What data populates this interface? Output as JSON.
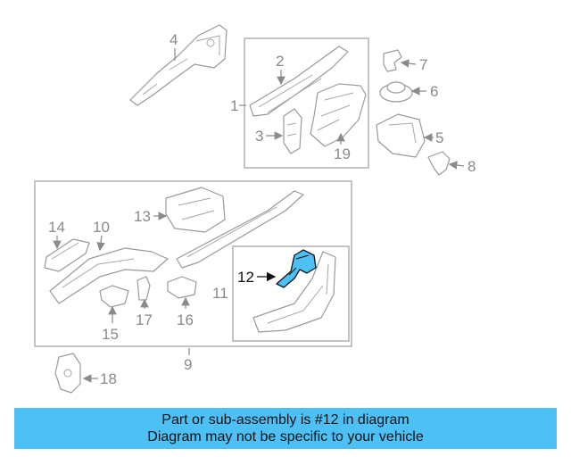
{
  "callouts": {
    "c1": "1",
    "c2": "2",
    "c3": "3",
    "c4": "4",
    "c5": "5",
    "c6": "6",
    "c7": "7",
    "c8": "8",
    "c9": "9",
    "c10": "10",
    "c11": "11",
    "c12": "12",
    "c13": "13",
    "c14": "14",
    "c15": "15",
    "c16": "16",
    "c17": "17",
    "c18": "18",
    "c19": "19"
  },
  "highlight_color": "#4dc1f5",
  "banner": {
    "line1": "Part or sub-assembly is #12 in diagram",
    "line2": "Diagram may not be specific to your vehicle"
  }
}
